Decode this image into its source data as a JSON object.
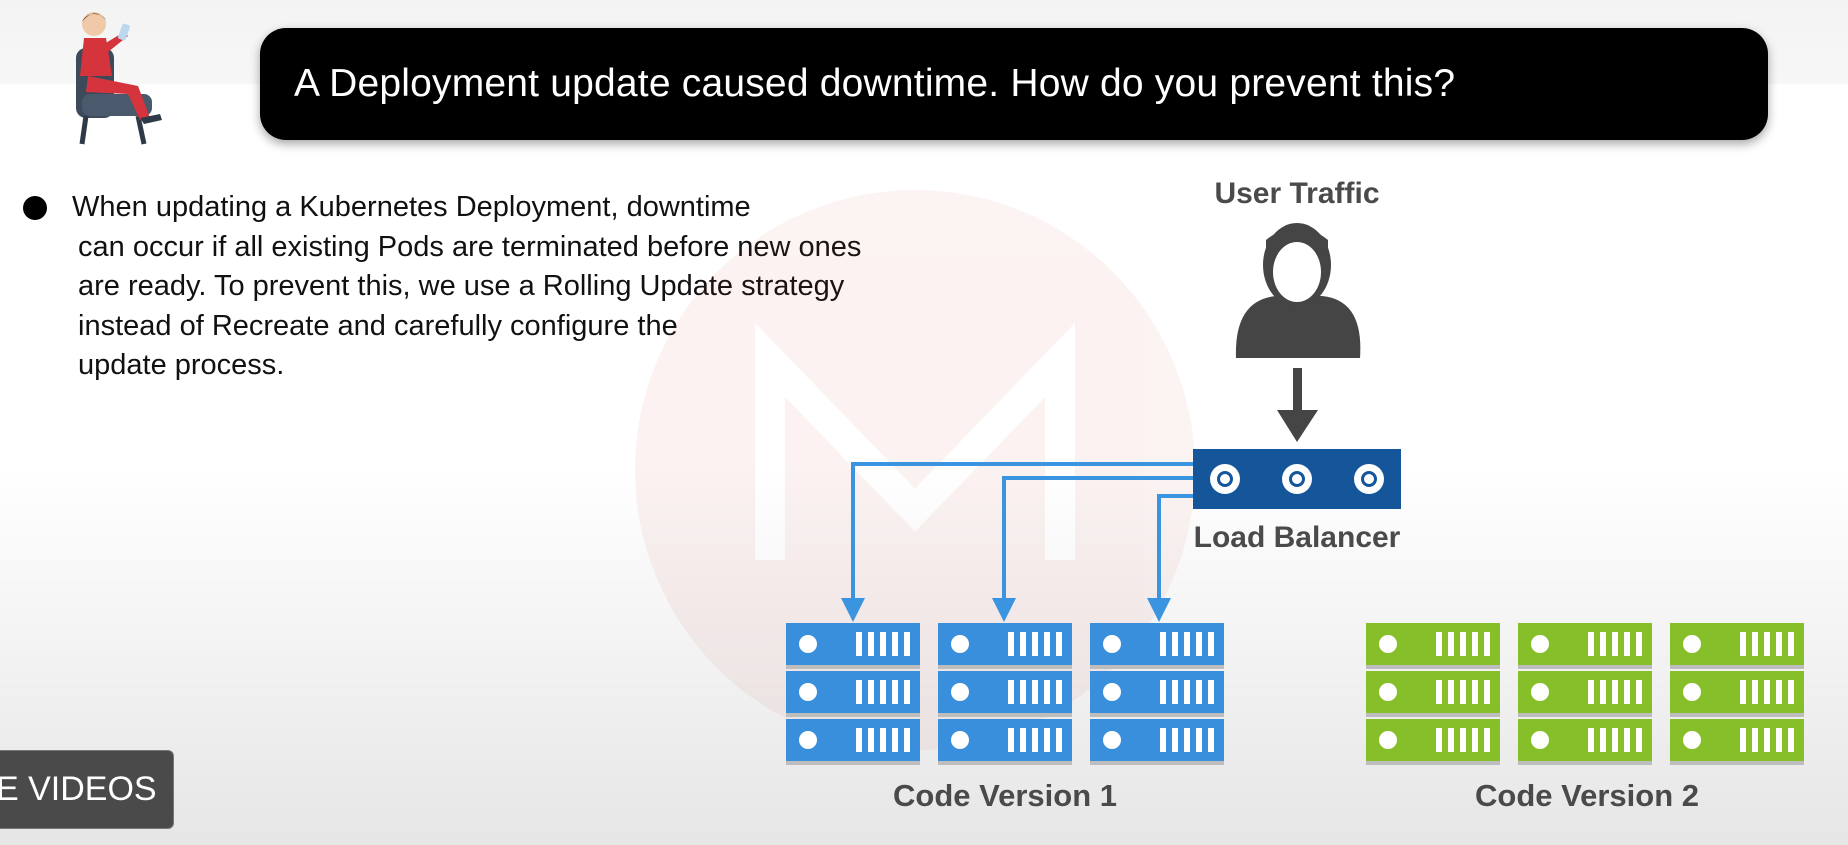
{
  "header": {
    "title": "A Deployment update caused downtime. How do you prevent this?"
  },
  "bullet": {
    "lines": [
      "When updating a Kubernetes Deployment, downtime",
      "can occur if all existing Pods are terminated before new ones",
      "are ready. To prevent this, we use a Rolling Update strategy",
      "instead of Recreate and carefully configure the",
      "update process."
    ]
  },
  "diagram": {
    "user_label": "User Traffic",
    "lb_label": "Load Balancer",
    "group1_label": "Code Version 1",
    "group2_label": "Code Version 2",
    "colors": {
      "version1": "#3a8fdc",
      "version2": "#86bf2a",
      "load_balancer": "#15569a",
      "arrow": "#3a94e0",
      "user": "#454545"
    }
  },
  "overlay": {
    "more_videos": "E VIDEOS"
  }
}
